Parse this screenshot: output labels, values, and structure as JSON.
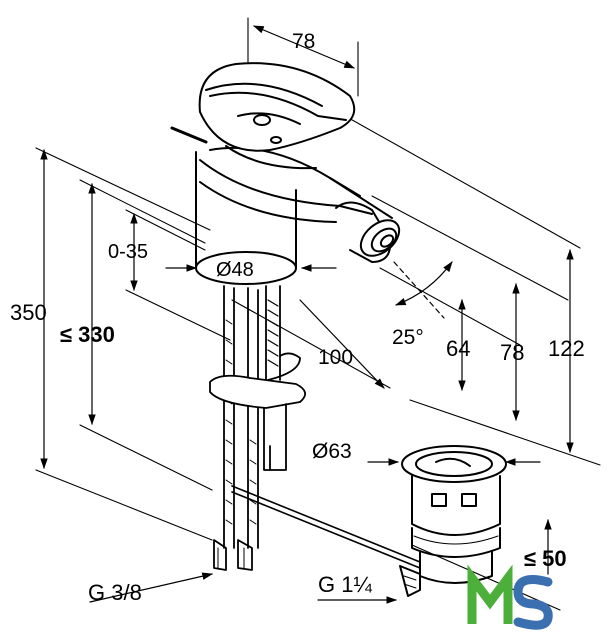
{
  "dimensions": {
    "spout_width": "78",
    "body_diameter": "Ø48",
    "lift_range": "0-35",
    "overall_height": "350",
    "max_height": "≤ 330",
    "projection": "100",
    "spray_angle": "25°",
    "outlet_height": "64",
    "spout_height": "78",
    "total_depth": "122",
    "waste_diameter": "Ø63",
    "waste_depth": "≤ 50",
    "supply_thread": "G 3/8",
    "waste_thread": "G 1¼"
  },
  "logo": {
    "text": "MS",
    "colors": {
      "m": "#4caf3a",
      "s": "#3a6fb0"
    }
  }
}
